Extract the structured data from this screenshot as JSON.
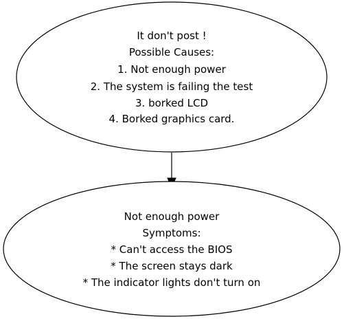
{
  "diagram": {
    "nodes": [
      {
        "id": "problem",
        "lines": [
          "It don't post !",
          "Possible Causes:",
          "1. Not enough power",
          "2. The system is failing the test",
          "3. borked LCD",
          "4. Borked graphics card."
        ]
      },
      {
        "id": "power",
        "lines": [
          "Not enough power",
          "Symptoms:",
          "* Can't access the BIOS",
          "* The screen stays dark",
          "* The indicator lights don't turn on"
        ]
      }
    ],
    "edges": [
      {
        "from": "problem",
        "to": "power"
      }
    ]
  }
}
